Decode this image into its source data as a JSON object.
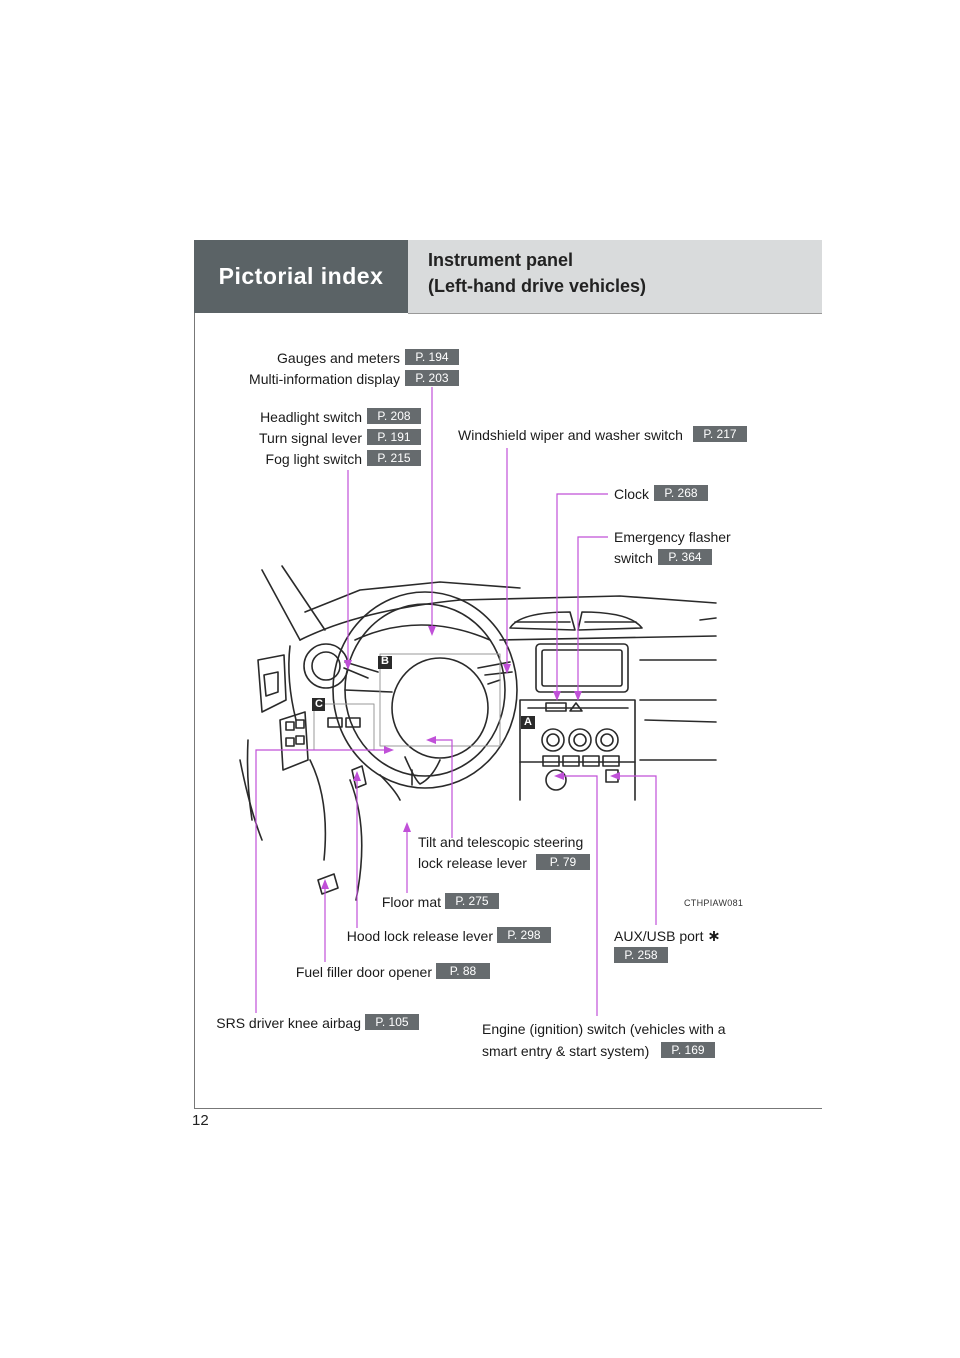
{
  "header": {
    "section": "Pictorial index",
    "title_line1": "Instrument panel",
    "title_line2": "(Left-hand drive vehicles)"
  },
  "callouts": {
    "gauges": {
      "label": "Gauges and meters",
      "page": "P. 194"
    },
    "multi_info": {
      "label": "Multi-information display",
      "page": "P. 203"
    },
    "headlight": {
      "label": "Headlight switch",
      "page": "P. 208"
    },
    "turn_signal": {
      "label": "Turn signal lever",
      "page": "P. 191"
    },
    "fog_light": {
      "label": "Fog light switch",
      "page": "P. 215"
    },
    "wiper": {
      "label": "Windshield wiper and washer switch",
      "page": "P. 217"
    },
    "clock": {
      "label": "Clock",
      "page": "P. 268"
    },
    "emergency_line1": "Emergency flasher",
    "emergency_line2": "switch",
    "emergency_page": "P. 364",
    "tilt_line1": "Tilt and telescopic steering",
    "tilt_line2": "lock release lever",
    "tilt_page": "P. 79",
    "floor_mat": {
      "label": "Floor mat",
      "page": "P. 275"
    },
    "hood": {
      "label": "Hood lock release lever",
      "page": "P. 298"
    },
    "fuel": {
      "label": "Fuel filler door opener",
      "page": "P. 88"
    },
    "knee_airbag": {
      "label": "SRS driver knee airbag",
      "page": "P. 105"
    },
    "aux_usb": {
      "label": "AUX/USB port",
      "marker": "∗",
      "page": "P. 258"
    },
    "engine_line1": "Engine (ignition) switch (vehicles with a",
    "engine_line2": "smart entry & start system)",
    "engine_page": "P. 169"
  },
  "illustration": {
    "code": "CTHPIAW081",
    "markers": {
      "a": "A",
      "b": "B",
      "c": "C"
    }
  },
  "page_number": "12",
  "colors": {
    "leader": "#c050d8",
    "badge": "#666b6e",
    "header_dark": "#5b6366",
    "header_light": "#d9dbdc"
  }
}
